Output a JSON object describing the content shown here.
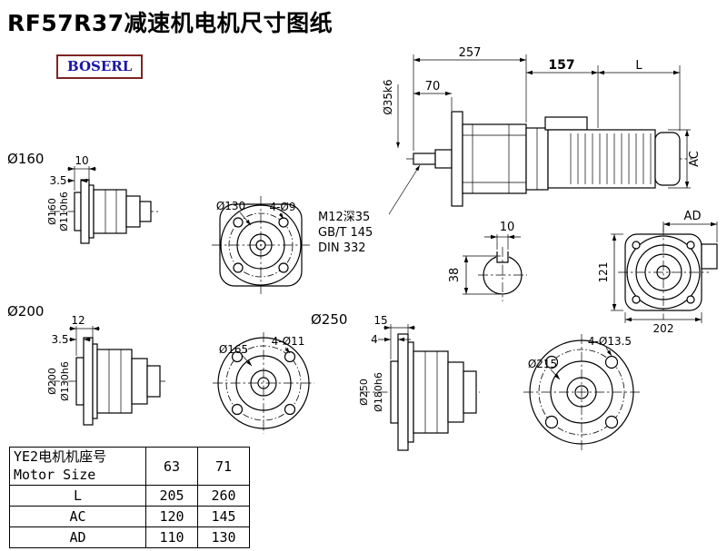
{
  "page": {
    "title": "RF57R37减速机电机尺寸图纸",
    "brand": "BOSERL"
  },
  "main_view": {
    "dim_total_length": "257",
    "dim_mid_length": "157",
    "dim_motor_length": "L",
    "dim_shaft_length": "70",
    "shaft_dia": "Ø35k6",
    "dim_motor_height": "AC",
    "tap_note_line1": "M12深35",
    "tap_note_line2": "GB/T 145",
    "tap_note_line3": "DIN 332"
  },
  "shaft_section": {
    "key_width": "10",
    "shaft_dia": "38"
  },
  "rear_view": {
    "dim_ad": "AD",
    "dim_height": "121",
    "dim_width": "202"
  },
  "flange160_view": {
    "label": "Ø160",
    "dim_flange_thickness": "10",
    "dim_spigot_depth": "3.5",
    "dia_flange": "Ø160",
    "dia_spigot": "Ø110h6"
  },
  "front130_view": {
    "bolt_circle": "Ø130",
    "holes": "4-Ø9"
  },
  "flange200_view": {
    "label": "Ø200",
    "dim_flange_thickness": "12",
    "dim_spigot_depth": "3.5",
    "dia_flange": "Ø200",
    "dia_spigot": "Ø130h6"
  },
  "front165_view": {
    "label": "Ø250",
    "bolt_circle": "Ø165",
    "holes": "4-Ø11"
  },
  "flange250_view": {
    "dim_flange_thickness": "15",
    "dim_spigot_depth": "4",
    "dia_flange": "Ø250",
    "dia_spigot": "Ø180h6"
  },
  "front215_view": {
    "bolt_circle": "Ø215",
    "holes": "4-Ø13.5"
  },
  "table": {
    "header_cn": "YE2电机机座号",
    "header_en": "Motor Size",
    "size_cols": [
      "63",
      "71"
    ],
    "rows": [
      {
        "label": "L",
        "values": [
          "205",
          "260"
        ]
      },
      {
        "label": "AC",
        "values": [
          "120",
          "145"
        ]
      },
      {
        "label": "AD",
        "values": [
          "110",
          "130"
        ]
      }
    ]
  }
}
